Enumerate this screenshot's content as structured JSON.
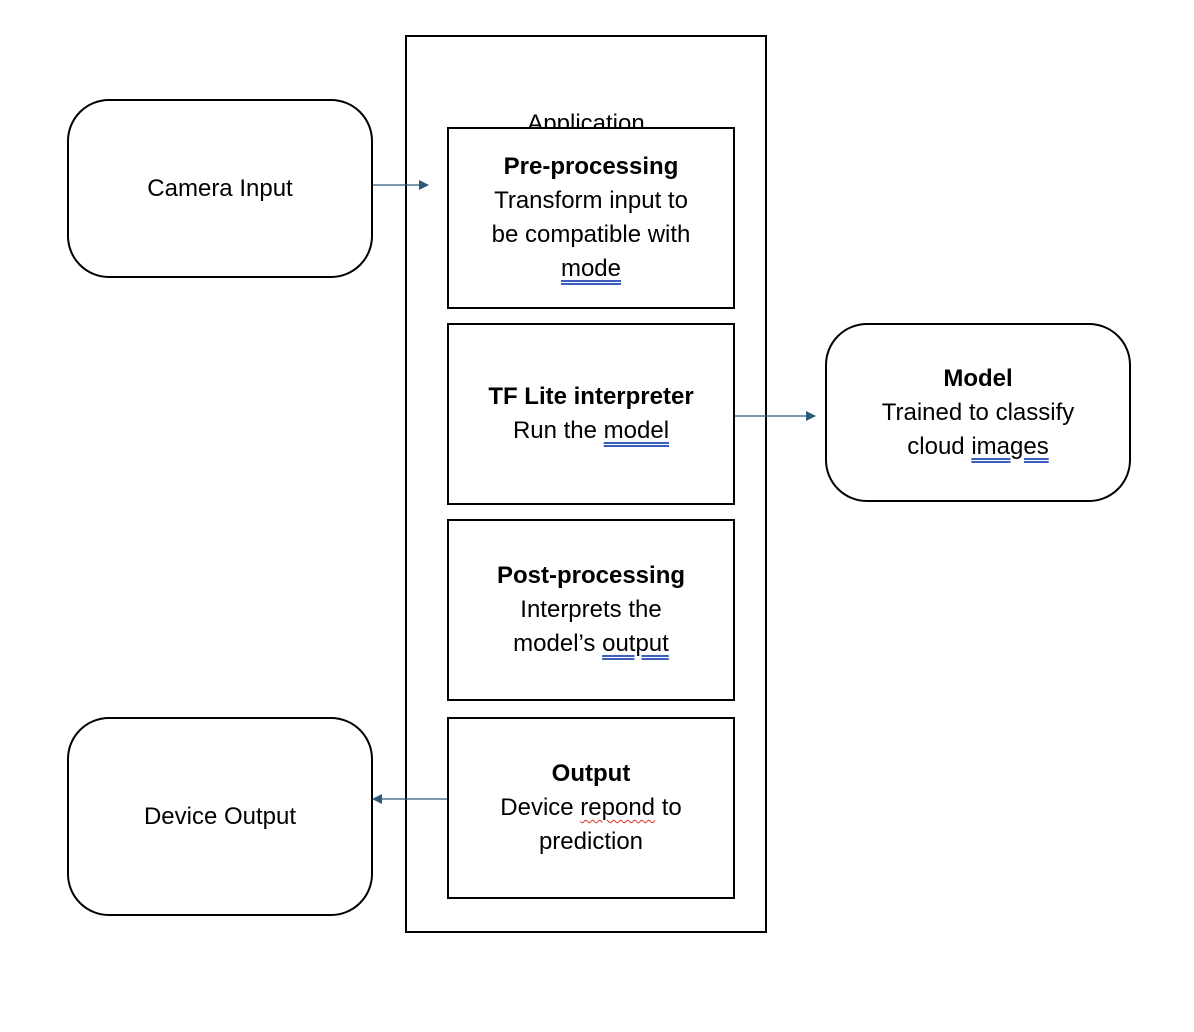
{
  "camera_input": {
    "label": "Camera Input"
  },
  "device_output": {
    "label": "Device Output"
  },
  "application": {
    "title": "Application",
    "steps": [
      {
        "title": "Pre-processing",
        "desc_a": "Transform input to\nbe compatible with\n",
        "desc_u": "mode",
        "desc_b": ""
      },
      {
        "title": "TF Lite interpreter",
        "desc_a": "Run the ",
        "desc_u": "model",
        "desc_b": ""
      },
      {
        "title": "Post-processing",
        "desc_a": "Interprets the\nmodel’s ",
        "desc_u": "output",
        "desc_b": ""
      },
      {
        "title": "Output",
        "desc_a": "Device ",
        "desc_u": "repond",
        "desc_b": " to\nprediction"
      }
    ]
  },
  "model": {
    "title": "Model",
    "desc_a": "Trained to classify\ncloud ",
    "desc_u": "images"
  },
  "colors": {
    "arrow": "#2e5a7a",
    "border": "#000000"
  }
}
